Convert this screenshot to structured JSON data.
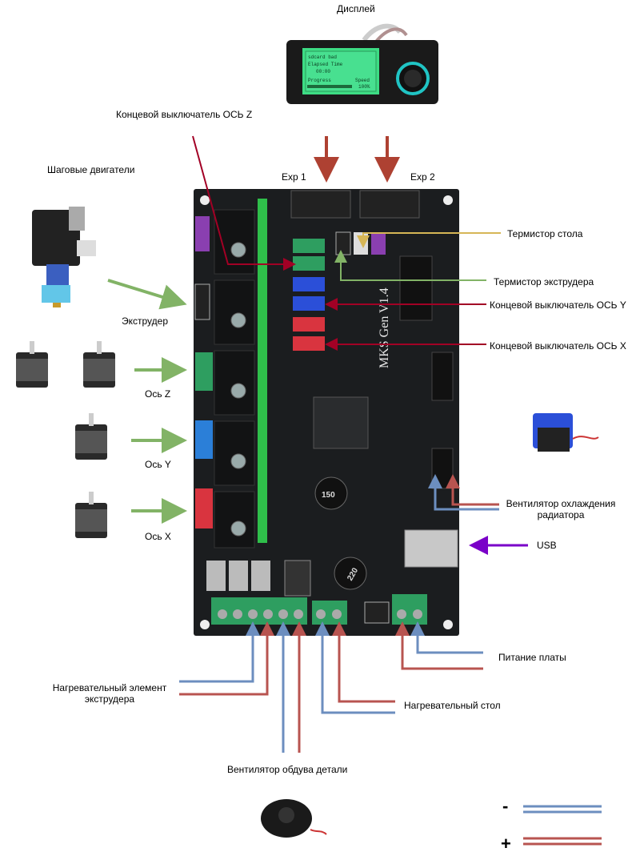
{
  "labels": {
    "display": "Дисплей",
    "endstop_z": "Концевой выключатель ОСЬ Z",
    "steppers": "Шаговые двигатели",
    "exp1": "Exp 1",
    "exp2": "Exp 2",
    "bed_thermistor": "Термистор стола",
    "extruder_thermistor": "Термистор экструдера",
    "endstop_y": "Концевой выключатель ОСЬ Y",
    "endstop_x": "Концевой выключатель ОСЬ X",
    "extruder": "Экструдер",
    "axis_z": "Ось Z",
    "axis_y": "Ось Y",
    "axis_x": "Ось X",
    "heatsink_fan_line1": "Вентилятор охлаждения",
    "heatsink_fan_line2": "радиатора",
    "usb": "USB",
    "board_power": "Питание платы",
    "extruder_heater_line1": "Нагревательный элемент",
    "extruder_heater_line2": "экструдера",
    "heated_bed": "Нагревательный стол",
    "part_fan": "Вентилятор обдува детали",
    "legend_minus": "-",
    "legend_plus": "+"
  },
  "board": {
    "silkscreen": "MKS Gen V1.4",
    "inductor_1": "150",
    "inductor_2": "220"
  },
  "lcd": {
    "line1": "sdcard bad",
    "line2": "Elapsed Time",
    "line3": "00:00",
    "progress_label": "Progress",
    "speed_label": "Speed",
    "speed_value": "100%"
  },
  "colors": {
    "negative": "#6c8ebf",
    "positive": "#b85450",
    "stepper_arrow": "#82b366",
    "bed_thermistor_arrow": "#d6b656",
    "usb_arrow": "#7a00c8",
    "endstop_arrow": "#a20025",
    "display_arrow": "#ae4132"
  }
}
